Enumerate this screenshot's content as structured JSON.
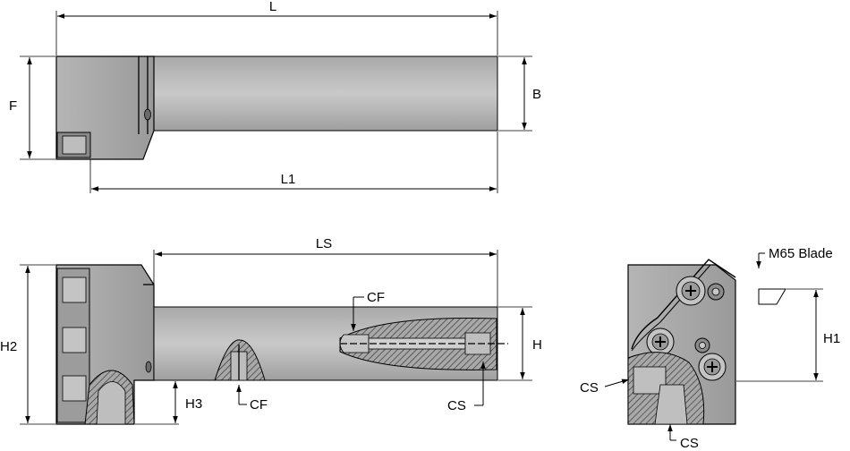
{
  "top_view": {
    "labels": {
      "overall_length": "L",
      "width": "F",
      "bar_width": "B",
      "length_to_tip": "L1"
    }
  },
  "side_view": {
    "labels": {
      "max_height": "H2",
      "shank_height": "H",
      "tip_height": "H3",
      "shank_length": "LS",
      "coolant_front_top": "CF",
      "coolant_front_bottom": "CF",
      "coolant_side": "CS"
    }
  },
  "end_view": {
    "labels": {
      "blade": "M65 Blade",
      "blade_height": "H1",
      "coolant_side_left": "CS",
      "coolant_side_bottom": "CS"
    }
  }
}
